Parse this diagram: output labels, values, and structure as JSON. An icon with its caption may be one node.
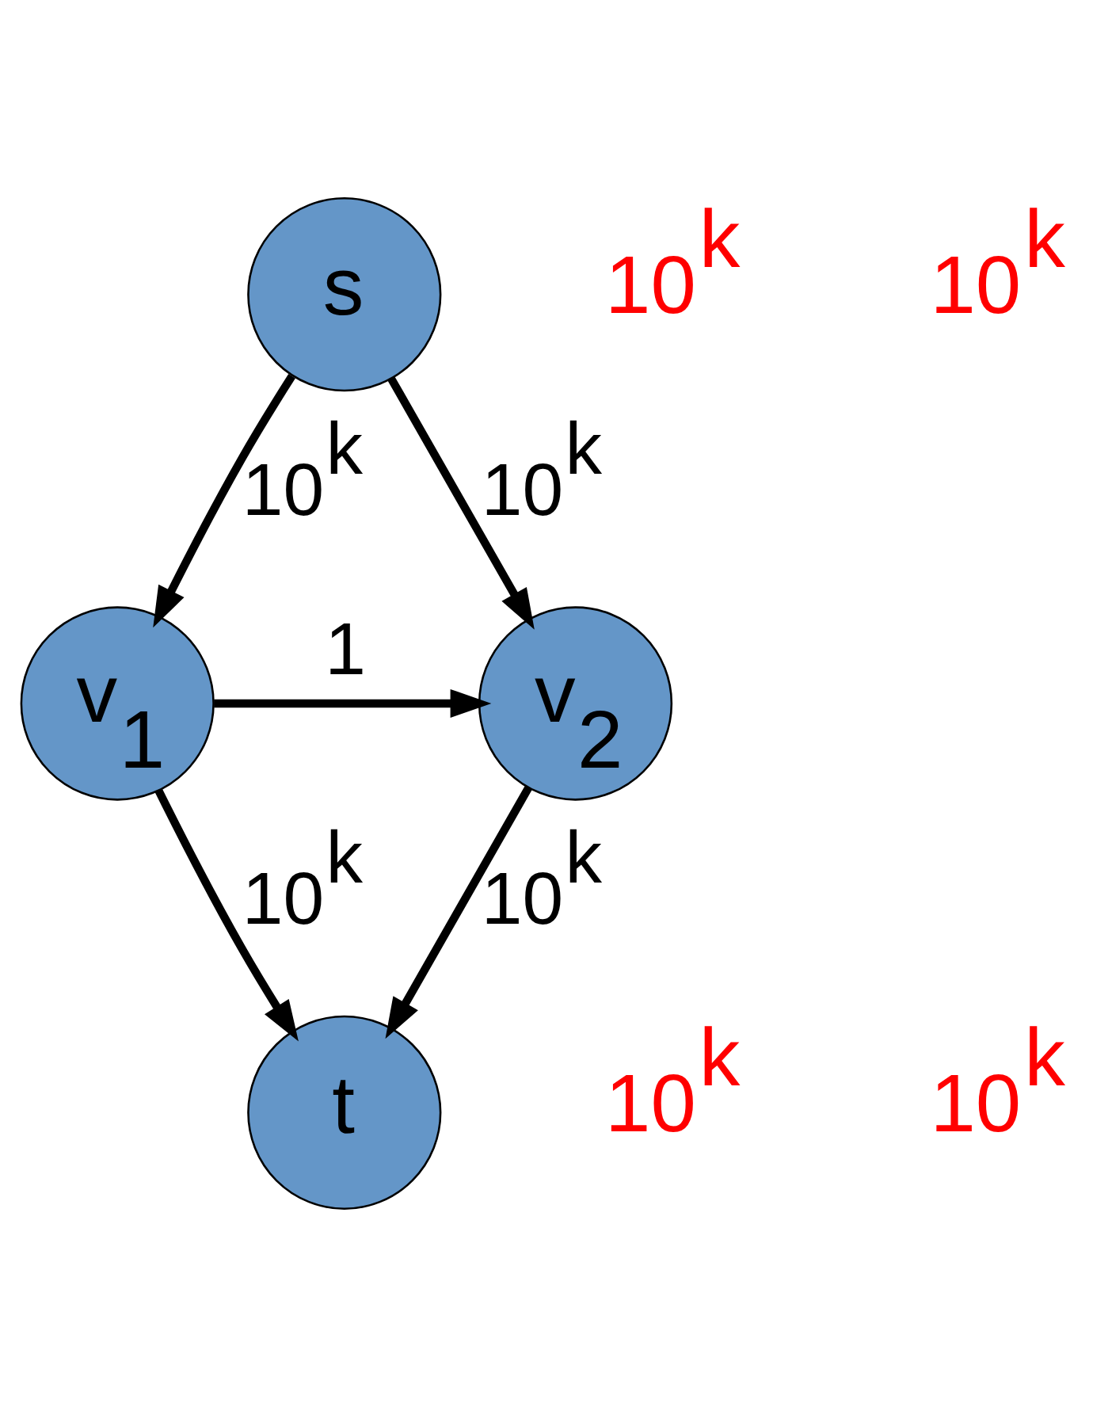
{
  "diagram": {
    "nodes": [
      {
        "text": [
          "s"
        ]
      },
      {
        "text": [
          "v$_{1}$"
        ]
      },
      {
        "text": [
          "v$_{2}$"
        ]
      },
      {
        "text": [
          "t"
        ]
      }
    ],
    "edges": [
      {
        "from": 0,
        "to": 1,
        "arrow": "to",
        "label": "10$^{k}$"
      },
      {
        "from": 0,
        "to": 2,
        "arrow": "to",
        "label": "10$^{k}$"
      },
      {
        "from": 1,
        "to": 2,
        "arrow": "to",
        "label": "1"
      },
      {
        "from": 1,
        "to": 3,
        "arrow": "to",
        "label": "10$^{k}$"
      },
      {
        "from": 2,
        "to": 3,
        "arrow": "to",
        "label": "10$^{k}$"
      }
    ],
    "labels": [
      "10$^{k}$",
      "10$^{k}$",
      "10$^{k}$",
      "10$^{k}$"
    ]
  }
}
